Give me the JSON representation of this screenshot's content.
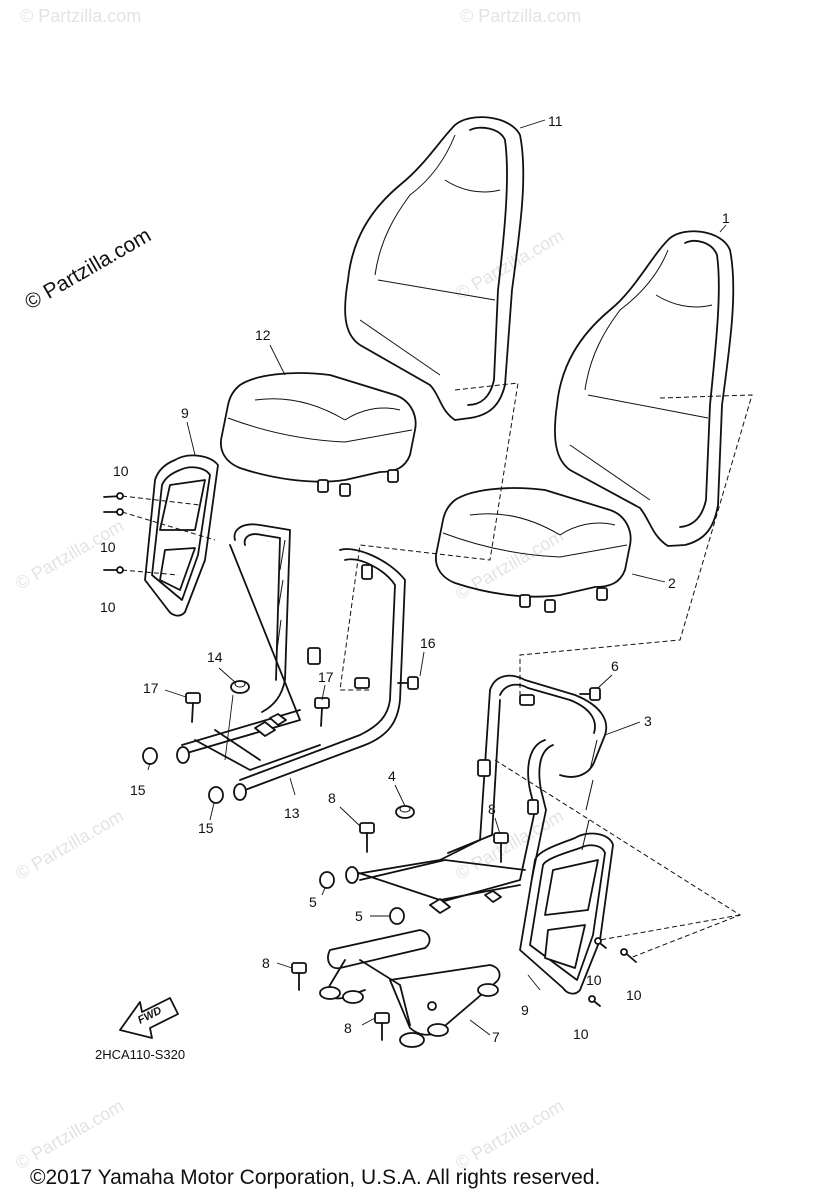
{
  "watermark": {
    "main": "© Partzilla.com",
    "repeat": "© Partzilla.com"
  },
  "diagram_code": "2HCA110-S320",
  "fwd_label": "FWD",
  "copyright": "©2017  Yamaha Motor Corporation, U.S.A. All rights reserved.",
  "callouts": {
    "c1": "1",
    "c2": "2",
    "c3": "3",
    "c4": "4",
    "c5a": "5",
    "c5b": "5",
    "c6": "6",
    "c7": "7",
    "c8a": "8",
    "c8b": "8",
    "c8c": "8",
    "c8d": "8",
    "c9a": "9",
    "c9b": "9",
    "c10a": "10",
    "c10b": "10",
    "c10c": "10",
    "c10d": "10",
    "c10e": "10",
    "c10f": "10",
    "c11": "11",
    "c12": "12",
    "c13": "13",
    "c14": "14",
    "c15a": "15",
    "c15b": "15",
    "c16": "16",
    "c17a": "17",
    "c17b": "17"
  }
}
